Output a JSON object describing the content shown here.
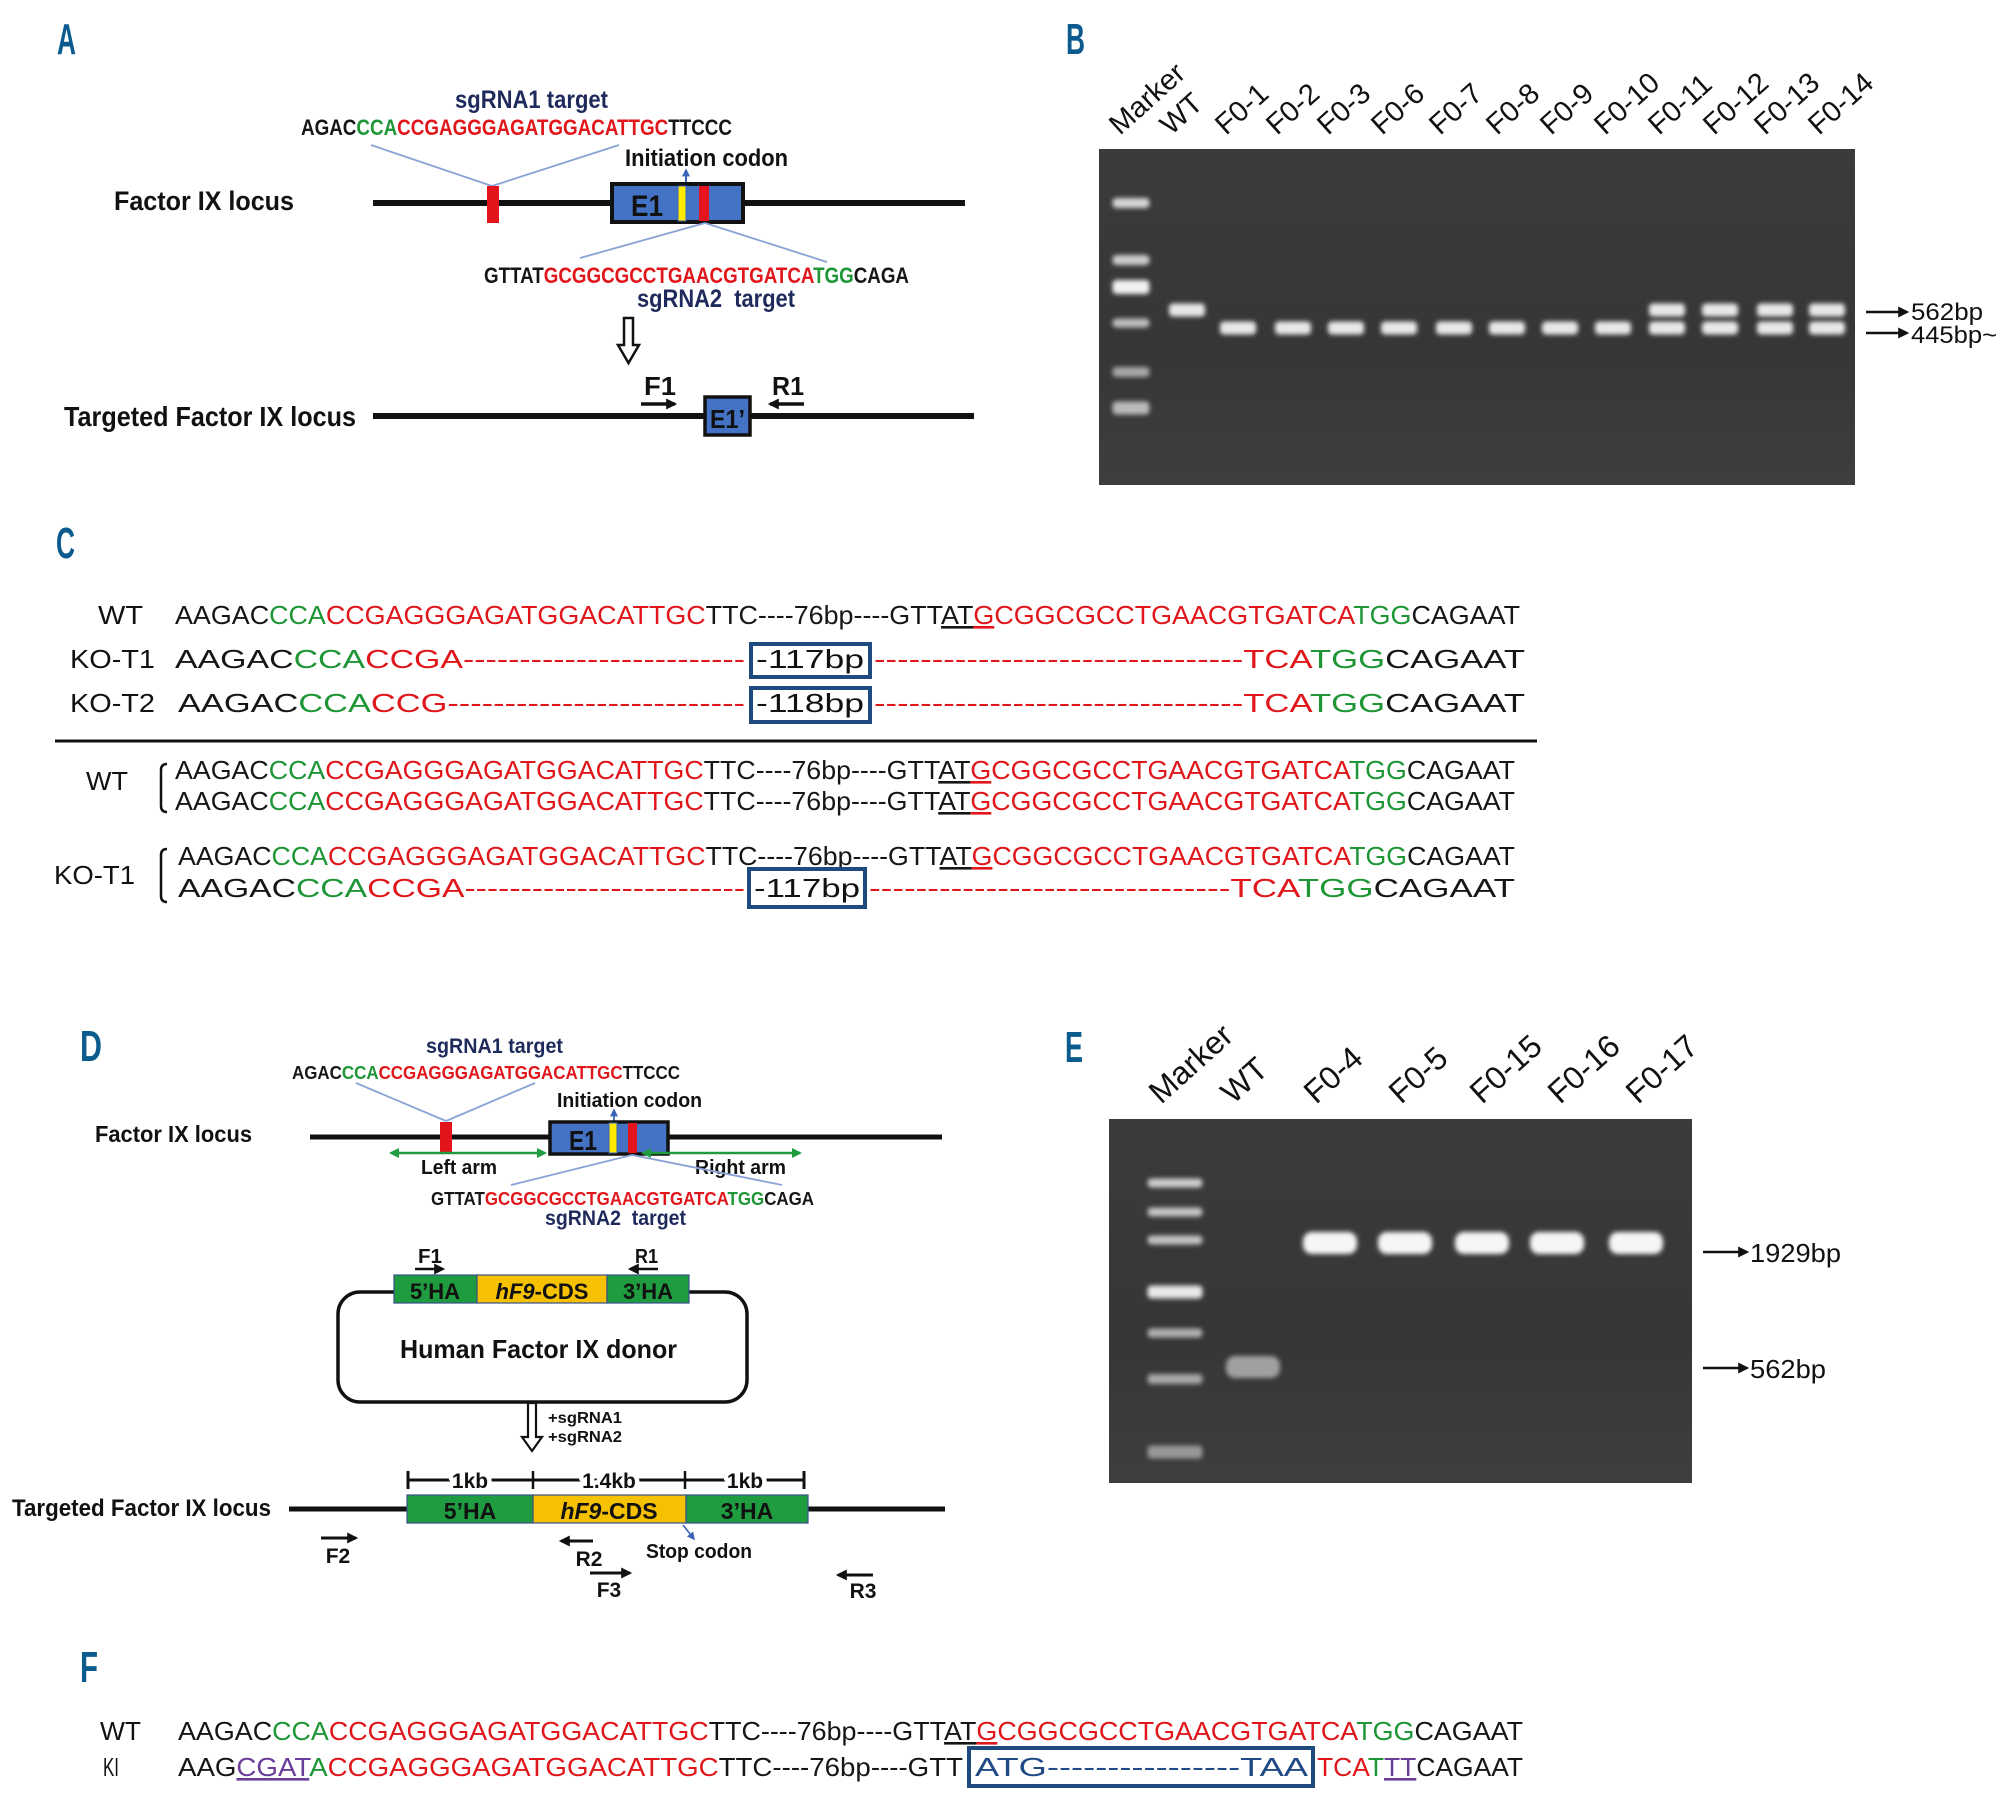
{
  "colors": {
    "black": "#161616",
    "green": "#1e9636",
    "red": "#e0161b",
    "purple": "#6a3d9a",
    "navy": "#1f4a86"
  },
  "panel_a": {
    "label": "A",
    "sgrna1_label": "sgRNA1 target",
    "sgrna1_sequence": [
      {
        "t": "AGAC",
        "c": "black"
      },
      {
        "t": "CCA",
        "c": "green"
      },
      {
        "t": "CCGAGGGAGATGGACATTGC",
        "c": "red"
      },
      {
        "t": "TTCCC",
        "c": "black"
      }
    ],
    "initiation_codon_label": "Initiation codon",
    "locus_label": "Factor IX locus",
    "exon_label": "E1",
    "sgrna2_sequence": [
      {
        "t": "GTTAT",
        "c": "black"
      },
      {
        "t": "GCGGCGCCTGAACGTGATCA",
        "c": "red"
      },
      {
        "t": "TGG",
        "c": "green"
      },
      {
        "t": "CAGA",
        "c": "black"
      }
    ],
    "sgrna2_label": "sgRNA2  target",
    "forward_primer": "F1",
    "reverse_primer": "R1",
    "targeted_locus_label": "Targeted Factor IX locus",
    "targeted_exon_label": "E1’"
  },
  "panel_b": {
    "label": "B",
    "lanes": [
      {
        "name": "Marker",
        "ladder": true,
        "bands_bp": []
      },
      {
        "name": "WT",
        "bands_bp": [
          562
        ]
      },
      {
        "name": "F0-1",
        "bands_bp": [
          445
        ]
      },
      {
        "name": "F0-2",
        "bands_bp": [
          445
        ]
      },
      {
        "name": "F0-3",
        "bands_bp": [
          445
        ]
      },
      {
        "name": "F0-6",
        "bands_bp": [
          445
        ]
      },
      {
        "name": "F0-7",
        "bands_bp": [
          445
        ]
      },
      {
        "name": "F0-8",
        "bands_bp": [
          445
        ]
      },
      {
        "name": "F0-9",
        "bands_bp": [
          445
        ]
      },
      {
        "name": "F0-10",
        "bands_bp": [
          445
        ]
      },
      {
        "name": "F0-11",
        "bands_bp": [
          562,
          445
        ]
      },
      {
        "name": "F0-12",
        "bands_bp": [
          562,
          445
        ]
      },
      {
        "name": "F0-13",
        "bands_bp": [
          562,
          445
        ]
      },
      {
        "name": "F0-14",
        "bands_bp": [
          562,
          445
        ]
      }
    ],
    "size_labels": [
      {
        "text": "562bp",
        "bp": 562
      },
      {
        "text": "445bp~",
        "bp": 445
      }
    ]
  },
  "panel_c": {
    "label": "C",
    "alignment": [
      {
        "label": "WT",
        "sequence": [
          {
            "t": "AAGAC",
            "c": "black"
          },
          {
            "t": "CCA",
            "c": "green"
          },
          {
            "t": "CCGAGGGAGATGGACATTGC",
            "c": "red"
          },
          {
            "t": "TTC----76bp----GTT",
            "c": "black"
          },
          {
            "t": "AT",
            "c": "black",
            "u": true
          },
          {
            "t": "G",
            "c": "red",
            "u": true
          },
          {
            "t": "CGGCGCCTGAACGTGATCA",
            "c": "red"
          },
          {
            "t": "TGG",
            "c": "green"
          },
          {
            "t": "CAGAAT",
            "c": "black"
          }
        ]
      },
      {
        "label": "KO-T1",
        "left": [
          {
            "t": "AAGAC",
            "c": "black"
          },
          {
            "t": "CCA",
            "c": "green"
          },
          {
            "t": "CCGA",
            "c": "red"
          },
          {
            "t": "-------------------------",
            "c": "red"
          }
        ],
        "deletion": "-117bp",
        "right": [
          {
            "t": "--------------------------------",
            "c": "red"
          },
          {
            "t": "TCA",
            "c": "red"
          },
          {
            "t": "TGG",
            "c": "green"
          },
          {
            "t": "CAGAAT",
            "c": "black"
          }
        ]
      },
      {
        "label": "KO-T2",
        "left": [
          {
            "t": "AAGAC",
            "c": "black"
          },
          {
            "t": "CCA",
            "c": "green"
          },
          {
            "t": "CCG",
            "c": "red"
          },
          {
            "t": "--------------------------",
            "c": "red"
          }
        ],
        "deletion": "-118bp",
        "right": [
          {
            "t": "--------------------------------",
            "c": "red"
          },
          {
            "t": "TCA",
            "c": "red"
          },
          {
            "t": "TGG",
            "c": "green"
          },
          {
            "t": "CAGAAT",
            "c": "black"
          }
        ]
      }
    ],
    "genotypes": [
      {
        "label": "WT",
        "alleles": [
          {
            "sequence": [
              {
                "t": "AAGAC",
                "c": "black"
              },
              {
                "t": "CCA",
                "c": "green"
              },
              {
                "t": "CCGAGGGAGATGGACATTGC",
                "c": "red"
              },
              {
                "t": "TTC----76bp----GTT",
                "c": "black"
              },
              {
                "t": "AT",
                "c": "black",
                "u": true
              },
              {
                "t": "G",
                "c": "red",
                "u": true
              },
              {
                "t": "CGGCGCCTGAACGTGATCA",
                "c": "red"
              },
              {
                "t": "TGG",
                "c": "green"
              },
              {
                "t": "CAGAAT",
                "c": "black"
              }
            ]
          },
          {
            "sequence": [
              {
                "t": "AAGAC",
                "c": "black"
              },
              {
                "t": "CCA",
                "c": "green"
              },
              {
                "t": "CCGAGGGAGATGGACATTGC",
                "c": "red"
              },
              {
                "t": "TTC----76bp----GTT",
                "c": "black"
              },
              {
                "t": "AT",
                "c": "black",
                "u": true
              },
              {
                "t": "G",
                "c": "red",
                "u": true
              },
              {
                "t": "CGGCGCCTGAACGTGATCA",
                "c": "red"
              },
              {
                "t": "TGG",
                "c": "green"
              },
              {
                "t": "CAGAAT",
                "c": "black"
              }
            ]
          }
        ]
      },
      {
        "label": "KO-T1",
        "alleles": [
          {
            "sequence": [
              {
                "t": "AAGAC",
                "c": "black"
              },
              {
                "t": "CCA",
                "c": "green"
              },
              {
                "t": "CCGAGGGAGATGGACATTGC",
                "c": "red"
              },
              {
                "t": "TTC----76bp----GTT",
                "c": "black"
              },
              {
                "t": "AT",
                "c": "black",
                "u": true
              },
              {
                "t": "G",
                "c": "red",
                "u": true
              },
              {
                "t": "CGGCGCCTGAACGTGATCA",
                "c": "red"
              },
              {
                "t": "TGG",
                "c": "green"
              },
              {
                "t": "CAGAAT",
                "c": "black"
              }
            ]
          },
          {
            "left": [
              {
                "t": "AAGAC",
                "c": "black"
              },
              {
                "t": "CCA",
                "c": "green"
              },
              {
                "t": "CCGA",
                "c": "red"
              },
              {
                "t": "-------------------------",
                "c": "red"
              }
            ],
            "deletion": "-117bp",
            "right": [
              {
                "t": "-------------------------------",
                "c": "red"
              },
              {
                "t": "TCA",
                "c": "red"
              },
              {
                "t": "TGG",
                "c": "green"
              },
              {
                "t": "CAGAAT",
                "c": "black"
              }
            ]
          }
        ]
      }
    ]
  },
  "panel_d": {
    "label": "D",
    "sgrna1_label": "sgRNA1 target",
    "sgrna1_sequence": [
      {
        "t": "AGAC",
        "c": "black"
      },
      {
        "t": "CCA",
        "c": "green"
      },
      {
        "t": "CCGAGGGAGATGGACATTGC",
        "c": "red"
      },
      {
        "t": "TTCCC",
        "c": "black"
      }
    ],
    "initiation_codon_label": "Initiation codon",
    "locus_label": "Factor IX locus",
    "exon_label": "E1",
    "left_arm_label": "Left arm",
    "right_arm_label": "Right arm",
    "sgrna2_sequence": [
      {
        "t": "GTTAT",
        "c": "black"
      },
      {
        "t": "GCGGCGCCTGAACGTGATCA",
        "c": "red"
      },
      {
        "t": "TGG",
        "c": "green"
      },
      {
        "t": "CAGA",
        "c": "black"
      }
    ],
    "sgrna2_label": "sgRNA2  target",
    "donor": {
      "forward_primer": "F1",
      "reverse_primer": "R1",
      "five_arm": "5’HA",
      "cds_italic": "hF9",
      "cds_suffix": "-CDS",
      "three_arm": "3’HA",
      "name": "Human Factor IX donor",
      "additions": [
        "+sgRNA1",
        "+sgRNA2"
      ]
    },
    "targeted": {
      "label": "Targeted Factor IX locus",
      "scale": [
        "1kb",
        "1.4kb",
        "1kb"
      ],
      "five_arm": "5’HA",
      "cds_italic": "hF9",
      "cds_suffix": "-CDS",
      "three_arm": "3’HA",
      "stop_codon_label": "Stop codon",
      "primers": [
        "F2",
        "R2",
        "F3",
        "R3"
      ]
    }
  },
  "panel_e": {
    "label": "E",
    "lanes": [
      {
        "name": "Marker",
        "ladder": true,
        "bands_bp": []
      },
      {
        "name": "WT",
        "bands_bp": [
          562
        ]
      },
      {
        "name": "F0-4",
        "bands_bp": [
          1929
        ]
      },
      {
        "name": "F0-5",
        "bands_bp": [
          1929
        ]
      },
      {
        "name": "F0-15",
        "bands_bp": [
          1929
        ]
      },
      {
        "name": "F0-16",
        "bands_bp": [
          1929
        ]
      },
      {
        "name": "F0-17",
        "bands_bp": [
          1929
        ]
      }
    ],
    "size_labels": [
      {
        "text": "1929bp",
        "bp": 1929
      },
      {
        "text": "562bp",
        "bp": 562
      }
    ]
  },
  "panel_f": {
    "label": "F",
    "rows": [
      {
        "label": "WT",
        "sequence": [
          {
            "t": "AAGAC",
            "c": "black"
          },
          {
            "t": "CCA",
            "c": "green"
          },
          {
            "t": "CCGAGGGAGATGGACATTGC",
            "c": "red"
          },
          {
            "t": "TTC----76bp----GTT",
            "c": "black"
          },
          {
            "t": "AT",
            "c": "black",
            "u": true
          },
          {
            "t": "G",
            "c": "red",
            "u": true
          },
          {
            "t": "CGGCGCCTGAACGTGATCA",
            "c": "red"
          },
          {
            "t": "TGG",
            "c": "green"
          },
          {
            "t": "CAGAAT",
            "c": "black"
          }
        ]
      },
      {
        "label": "KI",
        "left": [
          {
            "t": "AAG",
            "c": "black"
          },
          {
            "t": "CGAT",
            "c": "purple",
            "u": true
          },
          {
            "t": "A",
            "c": "green"
          },
          {
            "t": "CCGAGGGAGATGGACATTGC",
            "c": "red"
          },
          {
            "t": "TTC----76bp----GTT",
            "c": "black"
          }
        ],
        "insert": "ATG----------------TAA",
        "right": [
          {
            "t": "TCA",
            "c": "red"
          },
          {
            "t": "T",
            "c": "green"
          },
          {
            "t": "TT",
            "c": "purple",
            "u": true
          },
          {
            "t": "CAGAAT",
            "c": "black"
          }
        ]
      }
    ]
  }
}
